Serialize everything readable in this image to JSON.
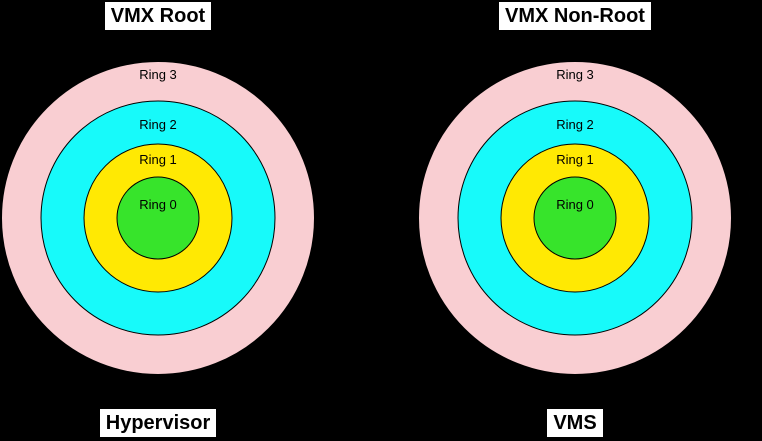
{
  "background": "#000000",
  "colors": {
    "ring3_fill": "#F9CED2",
    "ring2_fill": "#17FAFA",
    "ring1_fill": "#FFE903",
    "ring0_fill": "#37E42B",
    "circle_stroke": "#000000",
    "label_box_bg": "#FFFFFF",
    "label_text": "#000000"
  },
  "diagrams": [
    {
      "title": "VMX Root",
      "bottom_label": "Hypervisor",
      "rings": [
        {
          "label": "Ring 3"
        },
        {
          "label": "Ring 2"
        },
        {
          "label": "Ring 1"
        },
        {
          "label": "Ring 0"
        }
      ]
    },
    {
      "title": "VMX Non-Root",
      "bottom_label": "VMS",
      "rings": [
        {
          "label": "Ring 3"
        },
        {
          "label": "Ring 2"
        },
        {
          "label": "Ring 1"
        },
        {
          "label": "Ring 0"
        }
      ]
    }
  ]
}
